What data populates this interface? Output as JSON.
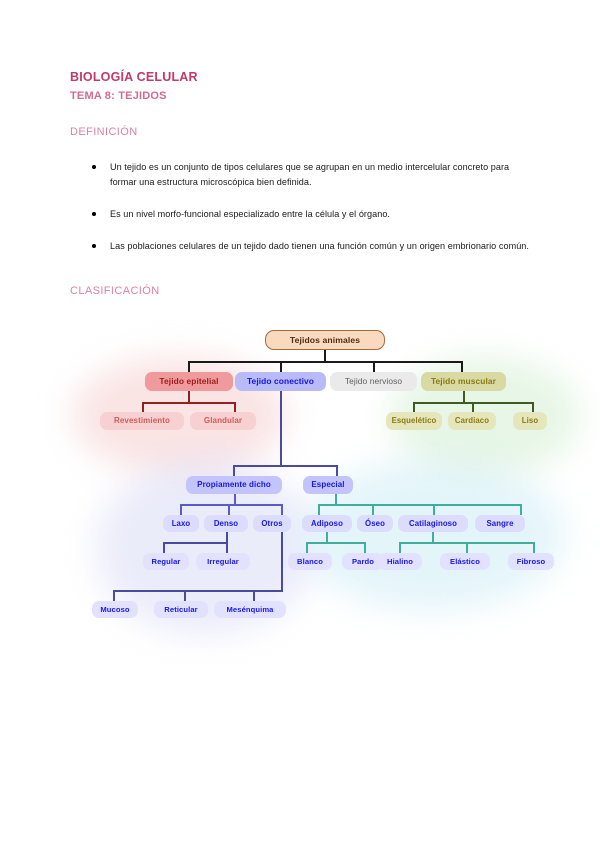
{
  "document": {
    "title": "BIOLOGÍA CELULAR",
    "subtitle": "TEMA 8: TEJIDOS",
    "sections": {
      "definicion": "DEFINICIÓN",
      "clasificacion": "CLASIFICACIÓN"
    },
    "bullets": [
      "Un tejido es un conjunto de tipos celulares que se agrupan en un medio intercelular concreto para formar una estructura microscópica bien definida.",
      "Es un nivel morfo-funcional especializado entre la célula y el órgano.",
      "Las poblaciones celulares de un tejido dado tienen una función común y un origen embrionario común."
    ]
  },
  "diagram": {
    "root": "Tejidos animales",
    "level1": {
      "epitelial": "Tejido epitelial",
      "conectivo": "Tejido conectivo",
      "nervioso": "Tejido nervioso",
      "muscular": "Tejido muscular"
    },
    "epitelial_children": [
      "Revestimiento",
      "Glandular"
    ],
    "muscular_children": [
      "Esquelético",
      "Cardiaco",
      "Liso"
    ],
    "conectivo_children": [
      "Propiamente dicho",
      "Especial"
    ],
    "propiamente_children": [
      "Laxo",
      "Denso",
      "Otros"
    ],
    "denso_children": [
      "Regular",
      "Irregular"
    ],
    "otros_children": [
      "Mucoso",
      "Reticular",
      "Mesénquima"
    ],
    "especial_children": [
      "Adiposo",
      "Óseo",
      "Catilaginoso",
      "Sangre"
    ],
    "adiposo_children": [
      "Blanco",
      "Pardo"
    ],
    "cartilaginoso_children": [
      "Hialino",
      "Elástico",
      "Fibroso"
    ],
    "colors": {
      "root_fill": "#fbd9bf",
      "root_border": "#a8683a",
      "epithelial_fill": "#ef9a9d",
      "epithelial_text": "#9c1b1b",
      "connective_fill": "#b9baf8",
      "connective_text": "#1414e6",
      "nervous_fill": "#eaeaea",
      "nervous_text": "#5f5f5f",
      "muscular_fill": "#d9d9a3",
      "muscular_text": "#8a7a12",
      "special_line": "#3fae9a",
      "heading_pink": "#dd81a5",
      "title_pink": "#c2396b"
    }
  }
}
